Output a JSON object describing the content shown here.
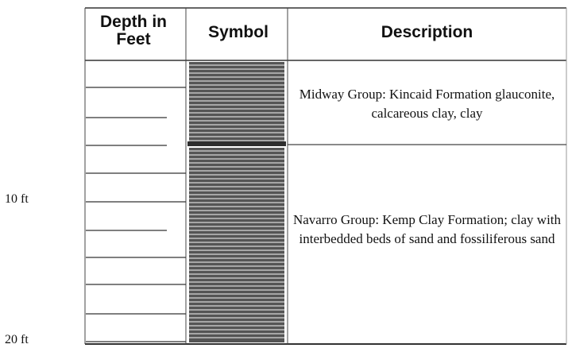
{
  "header": {
    "depth": "Depth in Feet",
    "symbol": "Symbol",
    "description": "Description"
  },
  "units": [
    {
      "description": "Midway Group:  Kincaid Formation glauconite, calcareous clay, clay"
    },
    {
      "description": "Navarro Group:  Kemp Clay Formation; clay with interbedded beds of sand and fossiliferous sand"
    }
  ],
  "depth_labels": {
    "top": "10 ft",
    "bottom": "20 ft"
  },
  "colors": {
    "line": "#222222",
    "symbol_fill": "#555555",
    "symbol_stripe": "#d8d8d8"
  }
}
